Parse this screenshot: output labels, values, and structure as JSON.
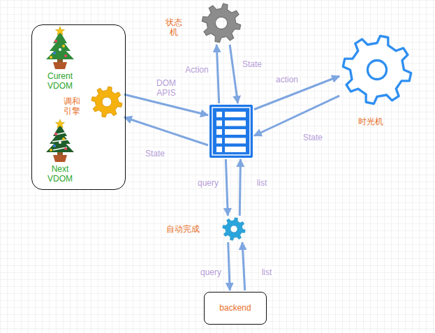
{
  "diagram": {
    "nodes": [
      {
        "text": []
      },
      {
        "text": [
          "Curent VDOM"
        ],
        "in": 0
      },
      {
        "text": [
          "Next VDOM"
        ],
        "in": 0
      },
      {
        "text": [
          "调和 引擎"
        ],
        "in": 0
      },
      {
        "text": [
          "状态 机"
        ]
      },
      {
        "text": []
      },
      {
        "text": [
          "时光机"
        ]
      },
      {
        "text": [
          "自动完成"
        ]
      },
      {
        "text": [
          "backend"
        ]
      }
    ],
    "edges": [
      {
        "from": 3,
        "to": 5,
        "label": "DOM APIS",
        "arrow": "to"
      },
      {
        "from": 5,
        "to": 3,
        "label": "State",
        "arrow": "to"
      },
      {
        "from": 5,
        "to": 4,
        "label": "Action",
        "arrow": "to"
      },
      {
        "from": 4,
        "to": 5,
        "label": "State",
        "arrow": "to"
      },
      {
        "from": 5,
        "to": 6,
        "label": "action",
        "arrow": "to"
      },
      {
        "from": 6,
        "to": 5,
        "label": "State",
        "arrow": "to"
      },
      {
        "from": 5,
        "to": 7,
        "label": "query",
        "arrow": "to"
      },
      {
        "from": 7,
        "to": 5,
        "label": "list",
        "arrow": "to"
      },
      {
        "from": 7,
        "to": 8,
        "label": "query",
        "arrow": "to"
      },
      {
        "from": 8,
        "to": 7,
        "label": "list",
        "arrow": "to"
      }
    ]
  }
}
